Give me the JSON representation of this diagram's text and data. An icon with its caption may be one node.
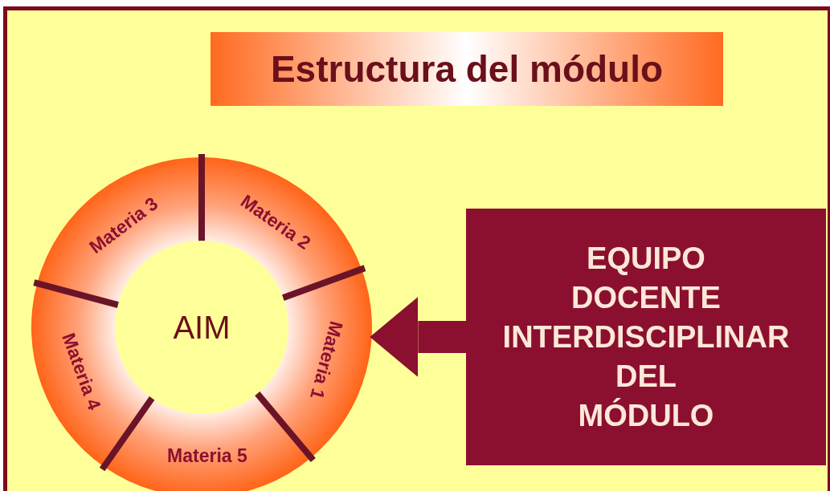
{
  "diagram": {
    "title": "Estructura del módulo",
    "nodes": [
      {
        "text": [
          "Materia 3"
        ]
      },
      {
        "text": [
          "Materia 2"
        ]
      },
      {
        "text": [
          "AIM"
        ]
      },
      {
        "text": [
          "Materia 1"
        ]
      },
      {
        "text": [
          "Materia 4"
        ]
      },
      {
        "text": [
          "Materia 5"
        ]
      },
      {
        "text": [
          "EQUIPO DOCENTE INTERDISCIPLINAR DEL MÓDULO"
        ]
      }
    ],
    "edges": [
      {
        "from": 6,
        "to": 3,
        "arrow": "to"
      }
    ]
  }
}
